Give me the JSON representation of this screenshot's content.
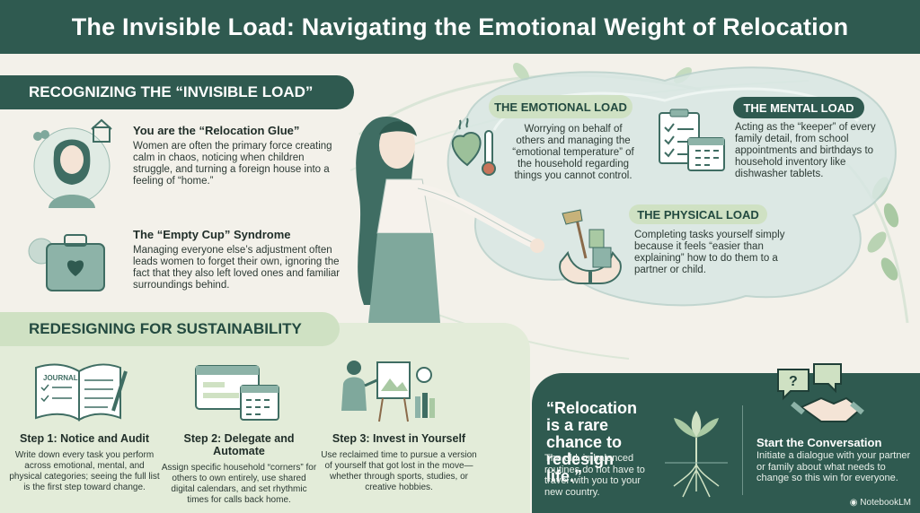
{
  "header": {
    "title": "The Invisible Load: Navigating the Emotional Weight of Relocation"
  },
  "section1": {
    "banner": "RECOGNIZING THE “INVISIBLE LOAD”",
    "items": [
      {
        "title": "You are the “Relocation Glue”",
        "body": "Women are often the primary force creating calm in chaos, noticing when children struggle, and turning a foreign house into a feeling of “home.”",
        "icon": "woman-family-icon"
      },
      {
        "title": "The “Empty Cup” Syndrome",
        "body": "Managing everyone else’s adjustment often leads women to forget their own, ignoring the fact that they also left loved ones and familiar surroundings behind.",
        "icon": "suitcase-heart-icon"
      }
    ]
  },
  "loads": {
    "emotional": {
      "title": "THE EMOTIONAL LOAD",
      "body": "Worrying on behalf of others and managing the “emotional temperature” of the household regarding things you cannot control."
    },
    "mental": {
      "title": "THE MENTAL LOAD",
      "body": "Acting as the “keeper” of every family detail, from school appointments and birthdays to household inventory like dishwasher tablets."
    },
    "physical": {
      "title": "THE PHYSICAL LOAD",
      "body": "Completing tasks yourself simply because it feels “easier than explaining” how to do them to a partner or child."
    }
  },
  "section2": {
    "banner": "REDESIGNING FOR SUSTAINABILITY",
    "steps": [
      {
        "title": "Step 1: Notice and Audit",
        "body": "Write down every task you perform across emotional, mental, and physical categories; seeing the full list is the first step toward change.",
        "icon_label": "JOURNAL"
      },
      {
        "title": "Step 2: Delegate and Automate",
        "body": "Assign specific household “corners” for others to own entirely, use shared digital calendars, and set rhythmic times for calls back home."
      },
      {
        "title": "Step 3: Invest in Yourself",
        "body": "Use reclaimed time to pursue a version of yourself that got lost in the move—whether through sports, studies, or creative hobbies."
      }
    ]
  },
  "quote": {
    "text": "“Relocation is a rare chance to redesign life.”",
    "body": "The old, imbalanced routines do not have to travel with you to your new country."
  },
  "conversation": {
    "title": "Start the Conversation",
    "body": "Initiate a dialogue with your partner or family about what needs to change so this win for everyone."
  },
  "credit": "NotebookLM",
  "colors": {
    "dark_green": "#2f5a50",
    "light_green": "#cfe1c3",
    "background": "#f3f1ea"
  }
}
